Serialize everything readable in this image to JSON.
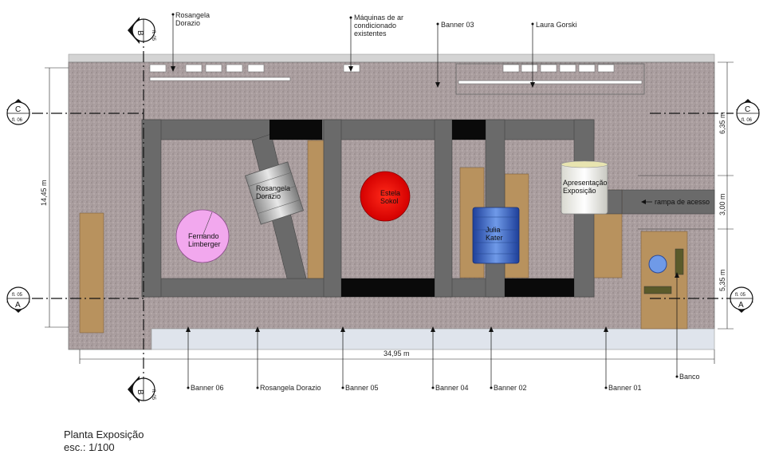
{
  "labels": {
    "rosangela_top": [
      "Rosangela",
      "Dorazio"
    ],
    "maquinas": [
      "Máquinas de ar",
      "condicionado",
      "existentes"
    ],
    "banner03": "Banner 03",
    "laura": "Laura Gorski",
    "rosangela_center": [
      "Rosangela",
      "Dorazio"
    ],
    "estela": [
      "Estela",
      "Sokol"
    ],
    "fernando": [
      "Fernando",
      "Limberger"
    ],
    "julia": [
      "Julia",
      "Kater"
    ],
    "apresentacao": [
      "Apresentação",
      "Exposição"
    ],
    "rampa": "rampa de acesso",
    "banner06": "Banner 06",
    "rosangela_bottom": "Rosangela Dorazio",
    "banner05": "Banner 05",
    "banner04": "Banner 04",
    "banner02": "Banner 02",
    "banner01": "Banner 01",
    "banco": "Banco"
  },
  "dimensions": {
    "total_width": "34,95 m",
    "total_height": "14,45 m",
    "seg1": "6,35 m",
    "seg2": "3,00 m",
    "seg3": "5,35 m"
  },
  "sections": {
    "B_letter": "B",
    "B_sheet": "fl. 05",
    "C_letter": "C",
    "C_sheet": "fl. 06",
    "A_letter": "A",
    "A_sheet": "fl. 05"
  },
  "title": {
    "line1": "Planta Exposição",
    "line2": "esc.: 1/100"
  },
  "colors": {
    "floor": "#a89c9c",
    "wall": "#6a6a6a",
    "black_panel": "#0a0a0a",
    "wood": "#b8925e",
    "estela_red": "#e80000",
    "fernando_pink": "#f2a8ee",
    "julia_blue": "#3e6fd0"
  }
}
